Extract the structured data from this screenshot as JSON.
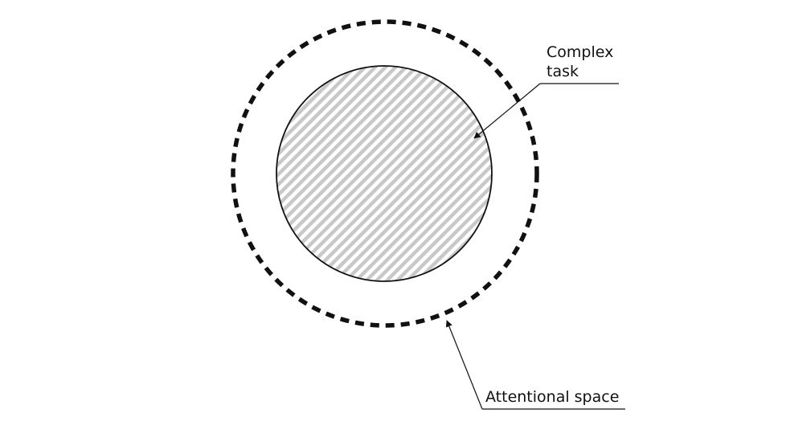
{
  "labels": {
    "complex_task_line1": "Complex",
    "complex_task_line2": "task",
    "attentional_space": "Attentional space"
  },
  "colors": {
    "stroke": "#111111",
    "hatch": "#c8c8c8",
    "background": "#ffffff"
  }
}
